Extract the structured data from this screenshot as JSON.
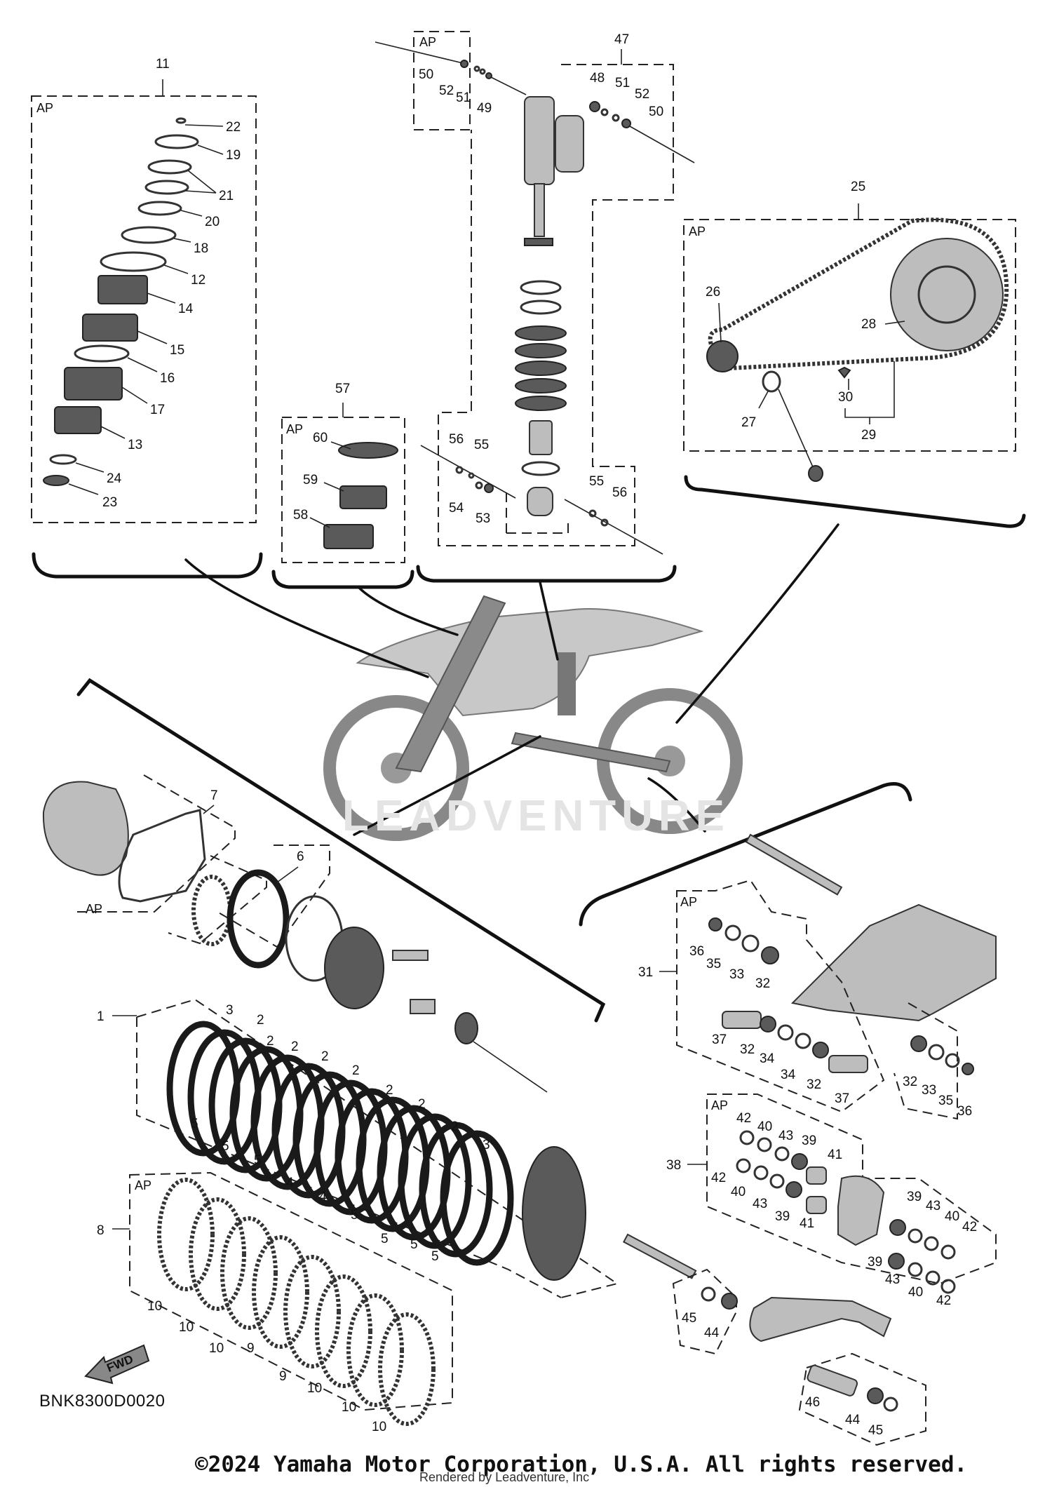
{
  "diagram_code": "BNK8300D0020",
  "copyright": "©2024 Yamaha Motor Corporation, U.S.A. All rights reserved.",
  "rendered_by": "Rendered by Leadventure, Inc",
  "watermark": "LEADVENTURE",
  "ap_label": "AP",
  "fwd_label": "FWD",
  "callouts": {
    "c1": "1",
    "c2a": "2",
    "c2b": "2",
    "c2c": "2",
    "c2d": "2",
    "c2e": "2",
    "c2f": "2",
    "c2g": "2",
    "c2h": "2",
    "c3a": "3",
    "c3b": "3",
    "c4a": "4",
    "c4b": "4",
    "c5a": "5",
    "c5b": "5",
    "c5c": "5",
    "c5d": "5",
    "c5e": "5",
    "c5f": "5",
    "c5g": "5",
    "c6": "6",
    "c7": "7",
    "c8": "8",
    "c9a": "9",
    "c9b": "9",
    "c10a": "10",
    "c10b": "10",
    "c10c": "10",
    "c10d": "10",
    "c10e": "10",
    "c10f": "10",
    "c11": "11",
    "c12": "12",
    "c13": "13",
    "c14": "14",
    "c15": "15",
    "c16": "16",
    "c17": "17",
    "c18": "18",
    "c19": "19",
    "c20": "20",
    "c21": "21",
    "c22": "22",
    "c23": "23",
    "c24": "24",
    "c25": "25",
    "c26": "26",
    "c27": "27",
    "c28": "28",
    "c29": "29",
    "c30": "30",
    "c31": "31",
    "c32a": "32",
    "c32b": "32",
    "c32c": "32",
    "c32d": "32",
    "c33a": "33",
    "c33b": "33",
    "c34a": "34",
    "c34b": "34",
    "c35a": "35",
    "c35b": "35",
    "c36a": "36",
    "c36b": "36",
    "c37a": "37",
    "c37b": "37",
    "c38": "38",
    "c39a": "39",
    "c39b": "39",
    "c39c": "39",
    "c39d": "39",
    "c40a": "40",
    "c40b": "40",
    "c40c": "40",
    "c40d": "40",
    "c41a": "41",
    "c41b": "41",
    "c42a": "42",
    "c42b": "42",
    "c42c": "42",
    "c42d": "42",
    "c43a": "43",
    "c43b": "43",
    "c43c": "43",
    "c43d": "43",
    "c44a": "44",
    "c44b": "44",
    "c45a": "45",
    "c45b": "45",
    "c46": "46",
    "c47": "47",
    "c48": "48",
    "c49": "49",
    "c50a": "50",
    "c50b": "50",
    "c51a": "51",
    "c51b": "51",
    "c52a": "52",
    "c52b": "52",
    "c53": "53",
    "c54": "54",
    "c55a": "55",
    "c55b": "55",
    "c56a": "56",
    "c56b": "56",
    "c57": "57",
    "c58": "58",
    "c59": "59",
    "c60": "60"
  }
}
